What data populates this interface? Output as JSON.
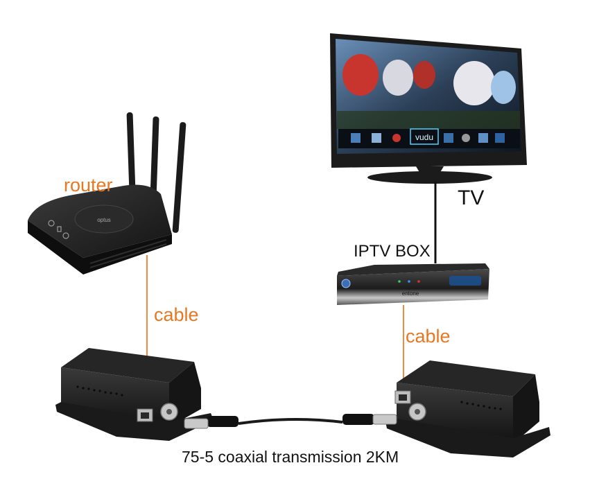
{
  "labels": {
    "router": "router",
    "cable_left": "cable",
    "cable_right": "cable",
    "tv": "TV",
    "iptv_box": "IPTV BOX",
    "caption": "75-5 coaxial transmission 2KM"
  },
  "device_text": {
    "router_logo": "optus",
    "box_brand": "entone",
    "screen_logo": "vudu"
  },
  "colors": {
    "accent_orange": "#e87722",
    "cable_orange": "#f08a3c",
    "device_black": "#1a1a1a",
    "text_dark": "#111111"
  }
}
